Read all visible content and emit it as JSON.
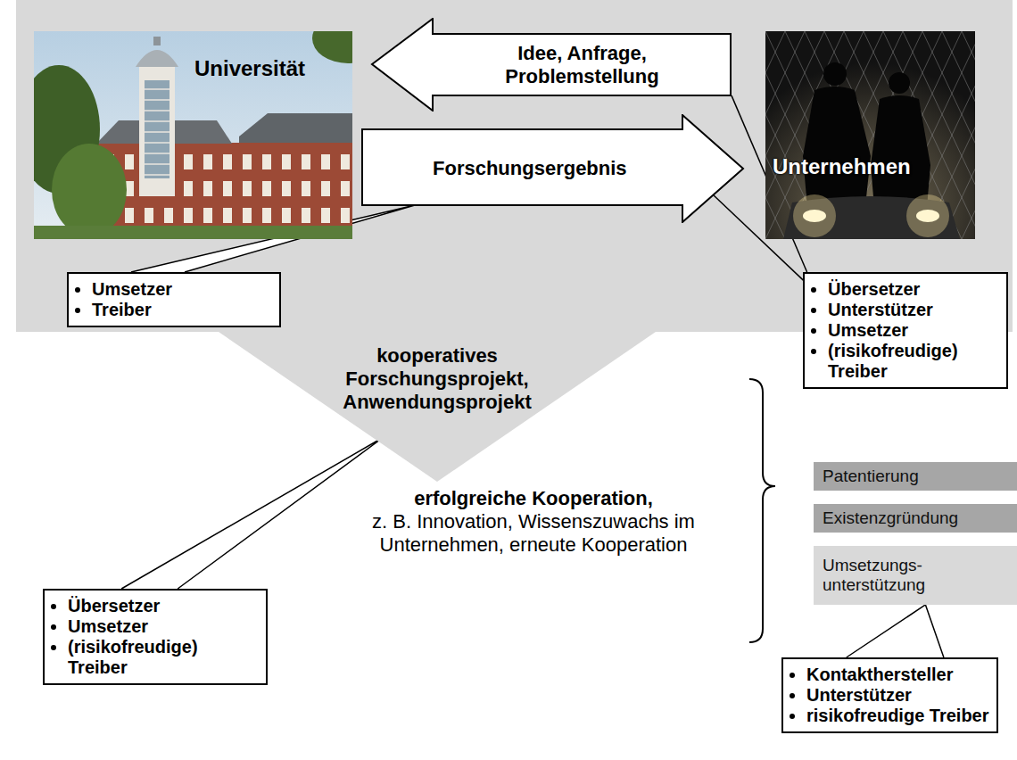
{
  "diagram": {
    "nodes": [
      {
        "text": [
          "Universität"
        ]
      },
      {
        "text": [
          "Idee, Anfrage, Problemstellung"
        ]
      },
      {
        "text": [
          "Forschungsergebnis"
        ]
      },
      {
        "text": [
          "Unternehmen"
        ]
      },
      {
        "text": [
          "Umsetzer",
          "Treiber"
        ]
      },
      {
        "text": [
          "Übersetzer",
          "Unterstützer",
          "Umsetzer",
          "(risikofreudige) Treiber"
        ]
      },
      {
        "text": [
          "kooperatives Forschungsprojekt, Anwendungsprojekt"
        ]
      },
      {
        "text": [
          "Patentierung"
        ]
      },
      {
        "text": [
          "Existenzgründung"
        ]
      },
      {
        "text": [
          "Umsetzungs- unterstützung"
        ]
      },
      {
        "text": [
          "Übersetzer",
          "Umsetzer",
          "(risikofreudige) Treiber"
        ]
      },
      {
        "text": [
          "Kontakthersteller",
          "Unterstützer",
          "risikofreudige Treiber"
        ]
      }
    ],
    "edges": [
      {
        "from": 4,
        "to": 2,
        "arrow": "none"
      },
      {
        "from": 5,
        "to": 1,
        "arrow": "none"
      },
      {
        "from": 5,
        "to": 2,
        "arrow": "none"
      },
      {
        "from": 10,
        "to": 6,
        "arrow": "none"
      },
      {
        "from": 11,
        "to": 9,
        "arrow": "none"
      }
    ],
    "labels": [
      "erfolgreiche Kooperation,",
      "z. B. Innovation, Wissenszuwachs im Unternehmen, erneute Kooperation"
    ]
  }
}
